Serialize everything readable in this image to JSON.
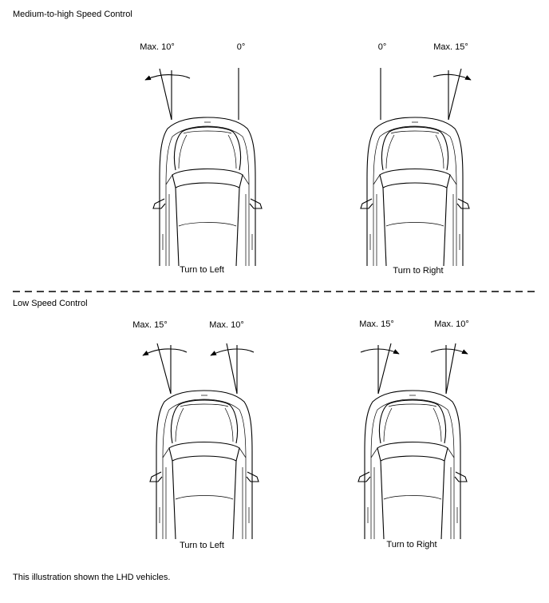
{
  "sections": [
    {
      "title": "Medium-to-high Speed Control",
      "panels": [
        {
          "caption": "Turn to Left",
          "left_label": "Max. 10°",
          "right_label": "0°"
        },
        {
          "caption": "Turn to Right",
          "left_label": "0°",
          "right_label": "Max. 15°"
        }
      ]
    },
    {
      "title": "Low Speed Control",
      "panels": [
        {
          "caption": "Turn to Left",
          "left_label": "Max. 15°",
          "right_label": "Max. 10°"
        },
        {
          "caption": "Turn to Right",
          "left_label": "Max. 15°",
          "right_label": "Max. 10°"
        }
      ]
    }
  ],
  "footnote": "This illustration shown the LHD vehicles."
}
